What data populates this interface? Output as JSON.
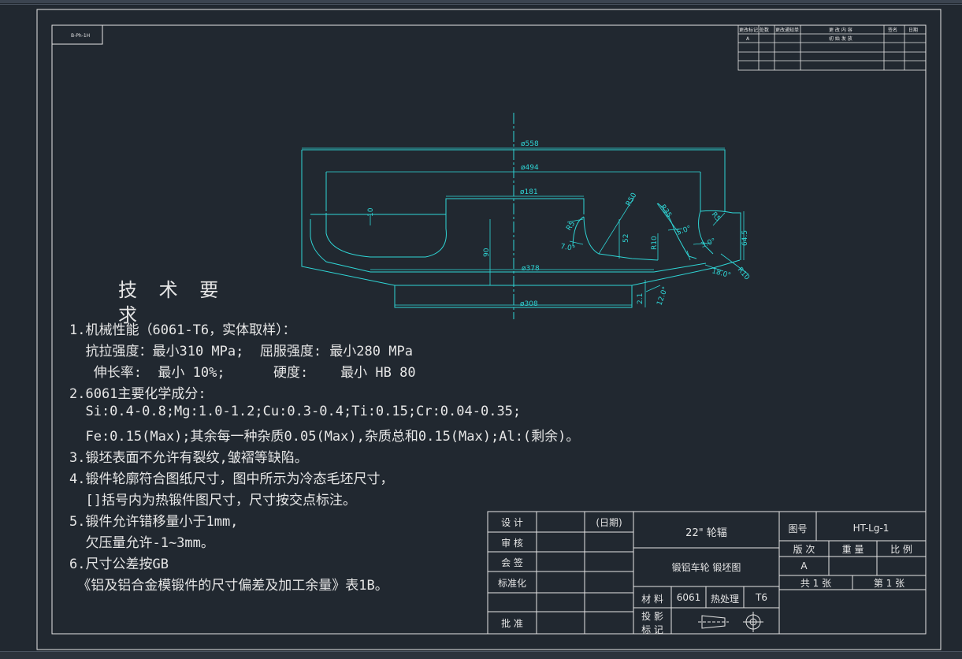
{
  "drawing_code": "B-Ph-1H",
  "revision_table": {
    "headers": [
      "更改标记",
      "处数",
      "更改通知单",
      "更 改 内 容",
      "签名",
      "日期"
    ],
    "rows": [
      [
        "A",
        "",
        "",
        "初 始 发 放",
        "",
        ""
      ]
    ]
  },
  "dimensions": {
    "d558": "ø558",
    "d494": "ø494",
    "d181": "ø181",
    "d378": "ø378",
    "d308": "ø308",
    "r50": "R50",
    "r35": "R35",
    "r5a": "R5",
    "r5b": "R5",
    "r10a": "R10",
    "r10b": "R10",
    "v10": "10",
    "v90": "90",
    "v52": "52",
    "v645": "64.5",
    "v21": "2.1",
    "a70": "7.0°",
    "a50": "5.0°",
    "a30": "3.0°",
    "a180": "18.0°",
    "a120": "12.0°"
  },
  "tech_req": {
    "heading_line1": "技 术 要",
    "heading_line2": "求",
    "lines": [
      "1.机械性能（6061-T6，实体取样）：",
      "  抗拉强度：最小310 MPa;  屈服强度: 最小280 MPa",
      "   伸长率:  最小 10%;      硬度:    最小 HB 80",
      "2.6061主要化学成分:",
      "  Si:0.4-0.8;Mg:1.0-1.2;Cu:0.3-0.4;Ti:0.15;Cr:0.04-0.35;",
      "  Fe:0.15(Max);其余每一种杂质0.05(Max),杂质总和0.15(Max);Al:(剩余)。",
      "3.锻坯表面不允许有裂纹,皱褶等缺陷。",
      "4.锻件轮廓符合图纸尺寸，图中所示为冷态毛坯尺寸，",
      "  []括号内为热锻件图尺寸，尺寸按交点标注。",
      "5.锻件允许错移量小于1mm,",
      "  欠压量允许-1~3mm。",
      "6.尺寸公差按GB",
      " 《铝及铝合金模锻件的尺寸偏差及加工余量》表1B。"
    ]
  },
  "title_block": {
    "design": "设 计",
    "date": "(日期)",
    "review": "审 核",
    "countersign": "会 签",
    "standard": "标准化",
    "approve": "批 准",
    "product": "22\" 轮辐",
    "part_name": "锻铝车轮  锻坯图",
    "material_label": "材 料",
    "material": "6061",
    "heat_label": "热处理",
    "heat": "T6",
    "projection_label_1": "投 影",
    "projection_label_2": "标 记",
    "drawing_no_label": "图号",
    "drawing_no": "HT-Lg-1",
    "version_label": "版 次",
    "weight_label": "重 量",
    "scale_label": "比 例",
    "version": "A",
    "total_sheets": "共  1  张",
    "sheet_no": "第 1  张"
  },
  "colors": {
    "background": "#212830",
    "lines": "#e6e6e6",
    "geometry": "#2fd6d6"
  },
  "icons": [
    "projection-cone-icon",
    "projection-circle-icon"
  ]
}
